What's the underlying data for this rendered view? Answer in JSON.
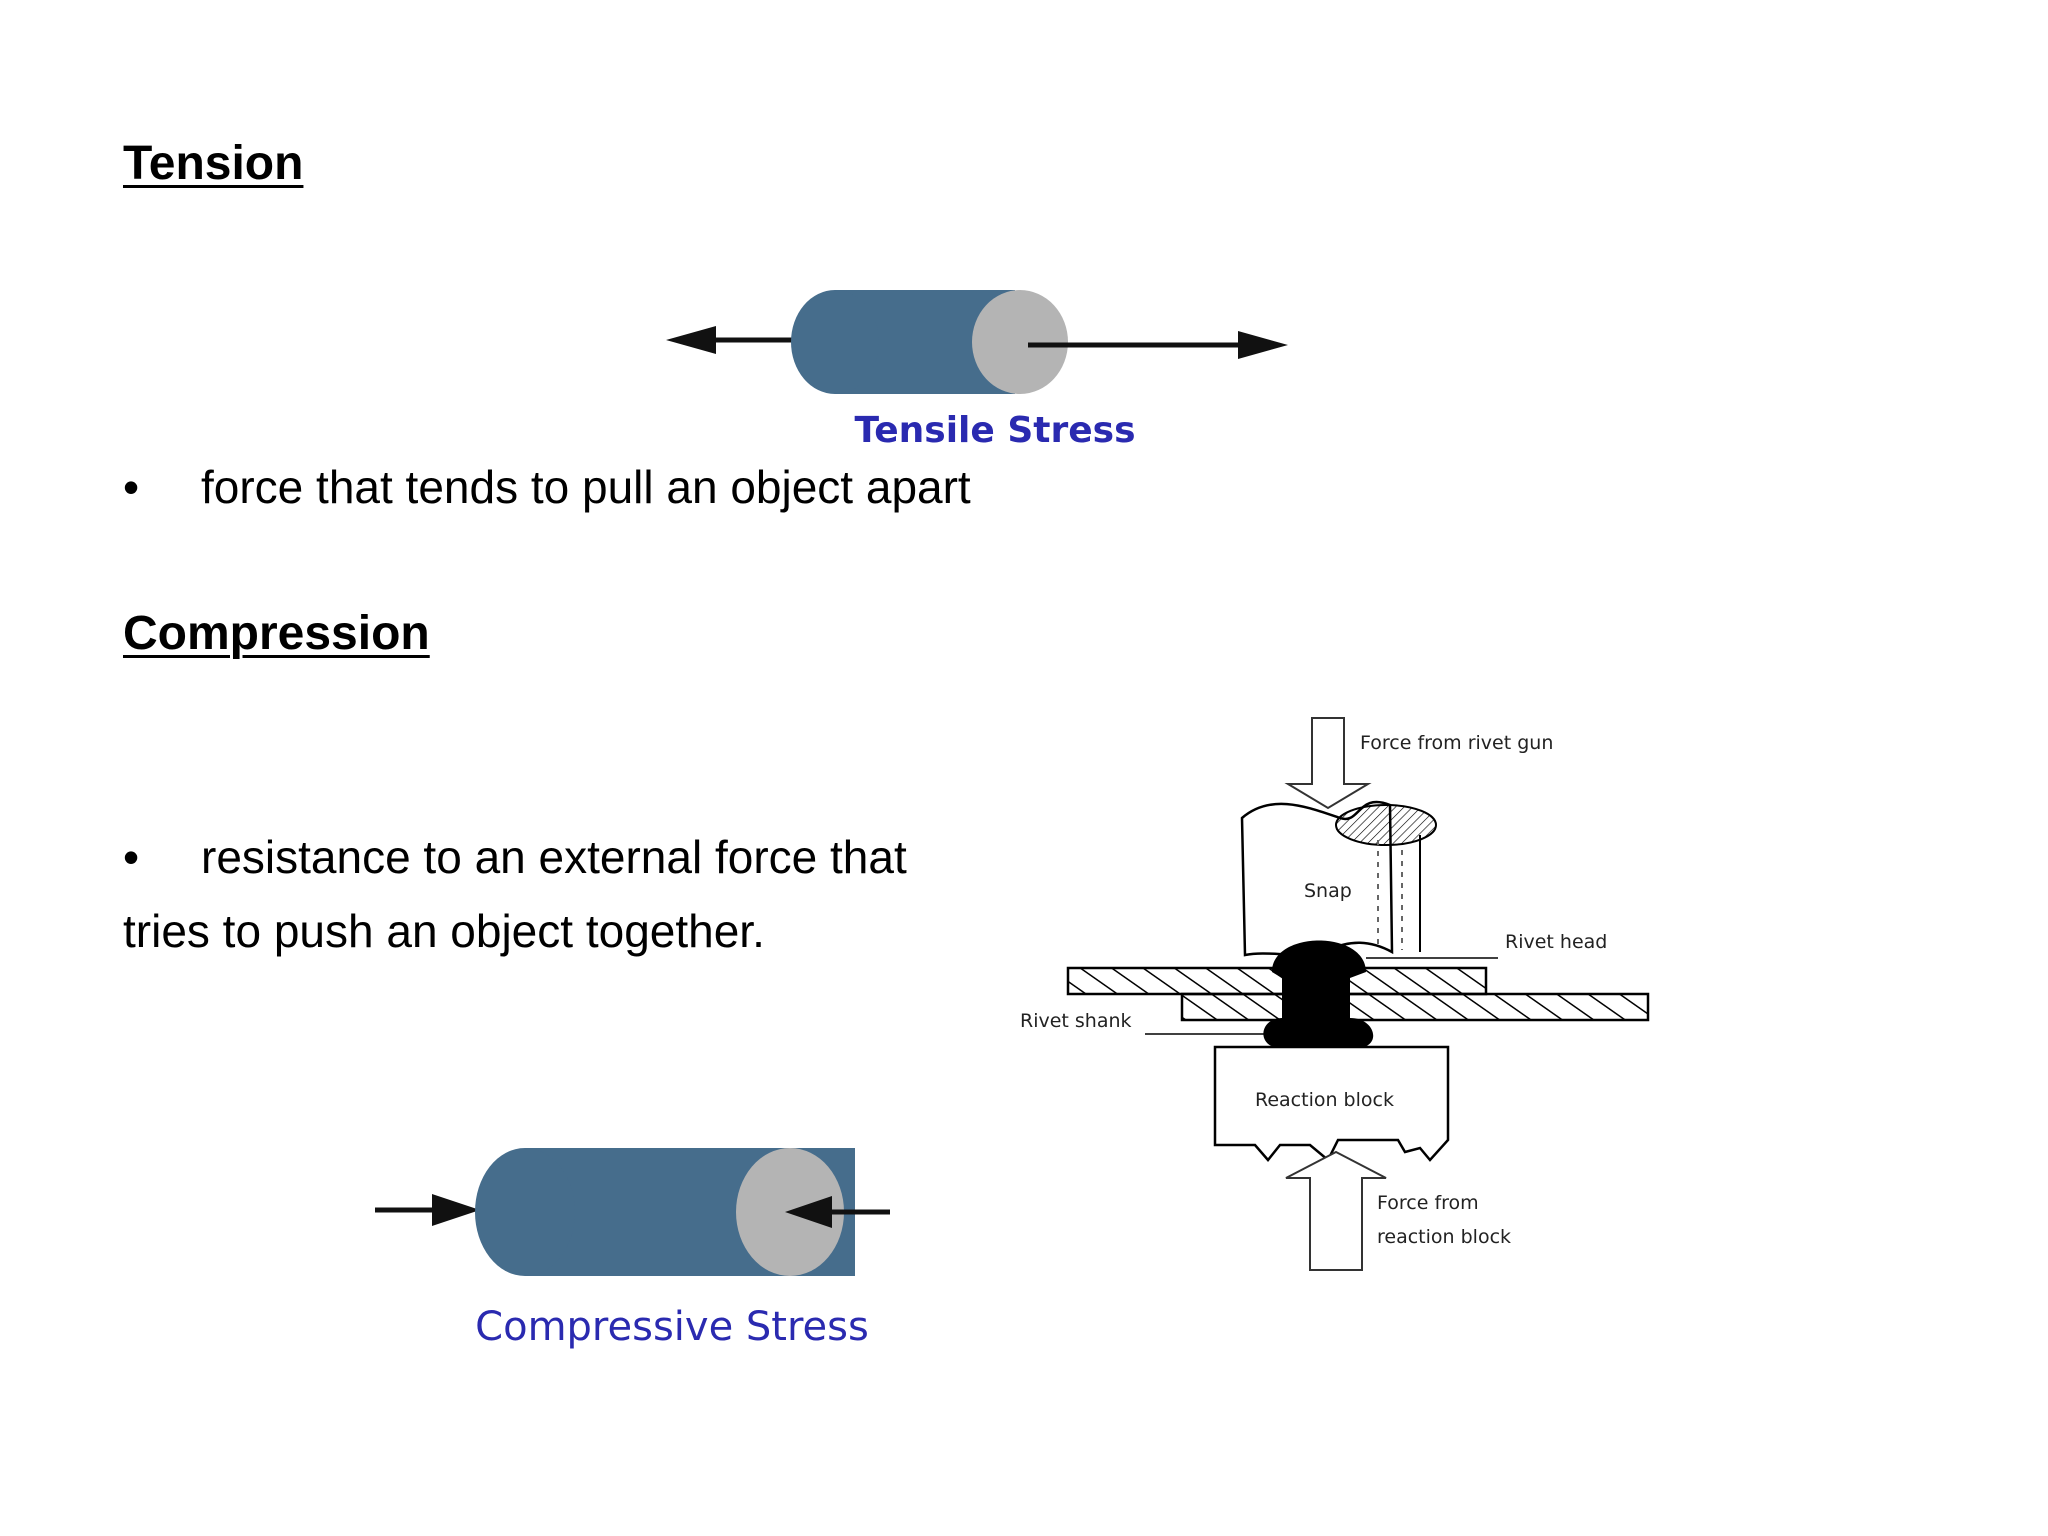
{
  "tension": {
    "heading": "Tension",
    "figure_label": "Tensile Stress",
    "bullet": "•",
    "bullet_text": "force that tends to pull an object apart"
  },
  "compression": {
    "heading": "Compression",
    "bullet": "•",
    "bullet_text_line1": "resistance to an external force that",
    "bullet_text_line2": "tries to push an object together.",
    "figure_label": "Compressive Stress"
  },
  "rivet_diagram": {
    "force_top": "Force from rivet gun",
    "snap": "Snap",
    "rivet_head": "Rivet head",
    "rivet_shank": "Rivet shank",
    "reaction_block": "Reaction block",
    "force_bottom_line1": "Force from",
    "force_bottom_line2": "reaction block"
  },
  "colors": {
    "cylinder_body": "#466d8c",
    "cylinder_end": "#b4b4b4",
    "label_blue": "#2a2ab0",
    "arrow": "#111111"
  }
}
